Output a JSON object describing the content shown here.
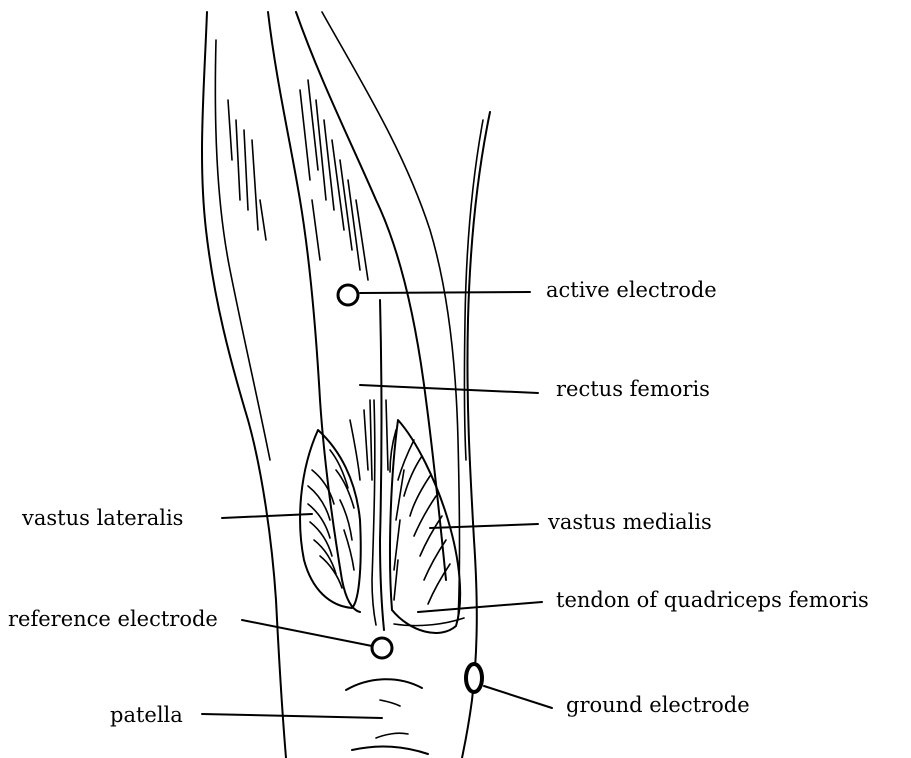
{
  "labels": {
    "active_electrode": "active electrode",
    "rectus_femoris": "rectus femoris",
    "vastus_lateralis": "vastus  lateralis",
    "vastus_medialis": "vastus medialis",
    "reference_electrode": "reference  electrode",
    "tendon": "tendon of quadriceps femoris",
    "patella": "patella",
    "ground_electrode": "ground electrode"
  },
  "colors": {
    "ink": "#000000",
    "background": "#ffffff"
  }
}
